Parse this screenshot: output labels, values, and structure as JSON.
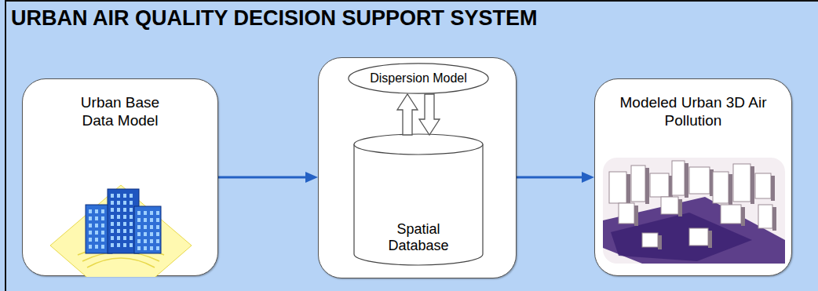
{
  "diagram": {
    "title": "URBAN AIR QUALITY DECISION SUPPORT SYSTEM",
    "nodes": [
      {
        "text": [
          "Urban Base Data Model"
        ]
      },
      {
        "text": []
      },
      {
        "text": [
          "Dispersion Model"
        ],
        "in": 1
      },
      {
        "text": [
          "Spatial Database"
        ],
        "in": 1
      },
      {
        "text": [
          "Modeled Urban 3D Air Pollution"
        ]
      }
    ],
    "edges": [
      {
        "from": 0,
        "to": 1,
        "arrow": "to"
      },
      {
        "from": 1,
        "to": 4,
        "arrow": "to"
      },
      {
        "from": 3,
        "to": 2,
        "arrow": "to"
      },
      {
        "from": 2,
        "to": 3,
        "arrow": "to"
      }
    ]
  }
}
